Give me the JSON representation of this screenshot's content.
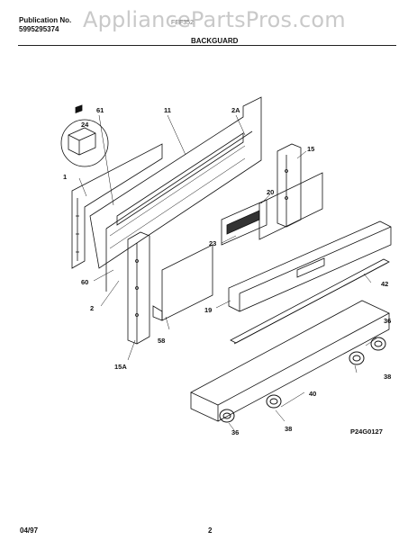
{
  "header": {
    "publication_label": "Publication No.",
    "publication_number": "5995295374",
    "watermark": "AppliancePartsPros.com",
    "model": "FEF352",
    "section_title": "BACKGUARD"
  },
  "callouts": [
    "61",
    "11",
    "2A",
    "24",
    "1",
    "15",
    "20",
    "23",
    "42",
    "60",
    "2",
    "19",
    "58",
    "36",
    "15A",
    "38",
    "40",
    "38",
    "36"
  ],
  "figure_id": "P24G0127",
  "footer": {
    "date": "04/97",
    "page": "2"
  }
}
